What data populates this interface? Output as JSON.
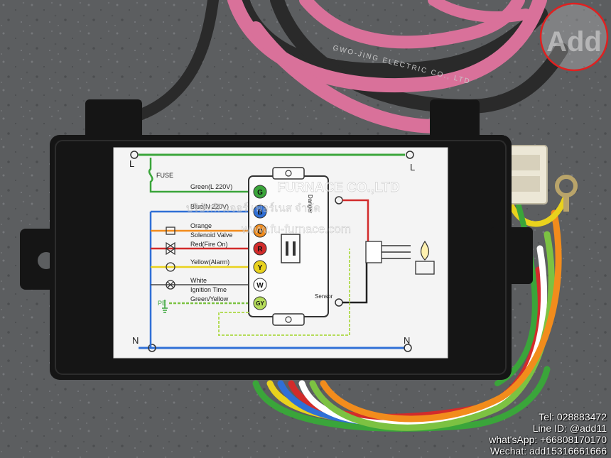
{
  "photo": {
    "cable_print": "GWO-JING ELECTRIC CO., LTD",
    "logo_letters": "Add",
    "watermark": {
      "company": "FURNACE CO.,LTD",
      "thai": "บริษัทฟิวเจอร์ เฟอร์เนส จำกัด",
      "url": "www.fu-furnace.com"
    }
  },
  "diagram": {
    "terminal_l": "L",
    "terminal_n": "N",
    "fuse_label": "FUSE",
    "pe_label": "PE",
    "danger_label": "Danger",
    "sensor_label": "Sensor",
    "wires": [
      {
        "pin": "G",
        "label": "Green(L 220V)",
        "color": "#3aa53a"
      },
      {
        "pin": "B",
        "label": "Blue(N 220V)",
        "color": "#2f6fd6"
      },
      {
        "pin": "O",
        "label": "Orange",
        "color": "#f28c1c"
      },
      {
        "pin": "R",
        "label": "Red(Fire On)",
        "color": "#d22b2b"
      },
      {
        "pin": "Y",
        "label": "Yellow(Alarm)",
        "color": "#e9d21d"
      },
      {
        "pin": "W",
        "label": "White",
        "color": "#ffffff"
      },
      {
        "pin": "GY",
        "label": "Green/Yellow",
        "color": "#7cc242"
      }
    ],
    "extra_labels": {
      "solenoid": "Solenoid Valve",
      "ignition": "Ignition Time"
    }
  },
  "contacts": {
    "tel": "Tel: 028883472",
    "line": "Line ID: @add11",
    "whatsapp": "what'sApp: +66808170170",
    "wechat": "Wechat: add15316661666"
  },
  "colors": {
    "background": "#5c5e60",
    "housing": "#151515",
    "label_bg": "#f4f4f4",
    "cable_pink": "#d9719a",
    "cable_black": "#2a2a2a",
    "logo_red": "#e02020"
  }
}
